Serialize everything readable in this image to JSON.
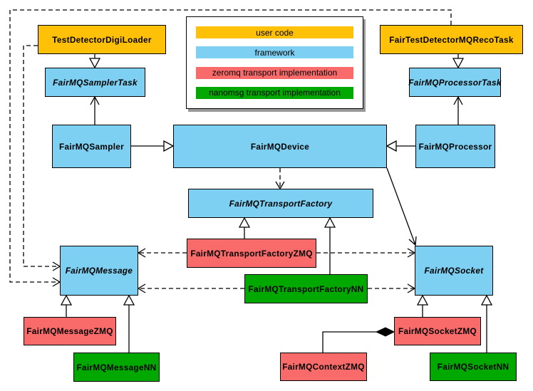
{
  "palette": {
    "user_code": "#FFC107",
    "framework": "#7DD0F2",
    "zeromq": "#F96B6B",
    "nanomsg": "#00A800"
  },
  "legend": {
    "items": [
      {
        "label": "user code",
        "color": "#FFC107"
      },
      {
        "label": "framework",
        "color": "#7DD0F2"
      },
      {
        "label": "zeromq transport implementation",
        "color": "#F96B6B"
      },
      {
        "label": "nanomsg transport implementation",
        "color": "#00A800"
      }
    ]
  },
  "nodes": {
    "test_detector_digi_loader": {
      "label": "TestDetectorDigiLoader",
      "category": "user code",
      "abstract": false
    },
    "fair_test_detector_mq_reco_task": {
      "label": "FairTestDetectorMQRecoTask",
      "category": "user code",
      "abstract": false
    },
    "fairmq_sampler_task": {
      "label": "FairMQSamplerTask",
      "category": "framework",
      "abstract": true
    },
    "fairmq_processor_task": {
      "label": "FairMQProcessorTask",
      "category": "framework",
      "abstract": true
    },
    "fairmq_sampler": {
      "label": "FairMQSampler",
      "category": "framework",
      "abstract": false
    },
    "fairmq_device": {
      "label": "FairMQDevice",
      "category": "framework",
      "abstract": false
    },
    "fairmq_processor": {
      "label": "FairMQProcessor",
      "category": "framework",
      "abstract": false
    },
    "fairmq_transport_factory": {
      "label": "FairMQTransportFactory",
      "category": "framework",
      "abstract": true
    },
    "fairmq_transport_factory_zmq": {
      "label": "FairMQTransportFactoryZMQ",
      "category": "zeromq",
      "abstract": false
    },
    "fairmq_transport_factory_nn": {
      "label": "FairMQTransportFactoryNN",
      "category": "nanomsg",
      "abstract": false
    },
    "fairmq_message": {
      "label": "FairMQMessage",
      "category": "framework",
      "abstract": true
    },
    "fairmq_socket": {
      "label": "FairMQSocket",
      "category": "framework",
      "abstract": true
    },
    "fairmq_message_zmq": {
      "label": "FairMQMessageZMQ",
      "category": "zeromq",
      "abstract": false
    },
    "fairmq_message_nn": {
      "label": "FairMQMessageNN",
      "category": "nanomsg",
      "abstract": false
    },
    "fairmq_socket_zmq": {
      "label": "FairMQSocketZMQ",
      "category": "zeromq",
      "abstract": false
    },
    "fairmq_context_zmq": {
      "label": "FairMQContextZMQ",
      "category": "zeromq",
      "abstract": false
    },
    "fairmq_socket_nn": {
      "label": "FairMQSocketNN",
      "category": "nanomsg",
      "abstract": false
    }
  },
  "relations": [
    {
      "from": "TestDetectorDigiLoader",
      "to": "FairMQSamplerTask",
      "type": "inheritance"
    },
    {
      "from": "FairTestDetectorMQRecoTask",
      "to": "FairMQProcessorTask",
      "type": "inheritance"
    },
    {
      "from": "FairMQSampler",
      "to": "FairMQDevice",
      "type": "inheritance"
    },
    {
      "from": "FairMQProcessor",
      "to": "FairMQDevice",
      "type": "inheritance"
    },
    {
      "from": "FairMQSampler",
      "to": "FairMQSamplerTask",
      "type": "association"
    },
    {
      "from": "FairMQProcessor",
      "to": "FairMQProcessorTask",
      "type": "association"
    },
    {
      "from": "FairMQDevice",
      "to": "FairMQTransportFactory",
      "type": "dependency"
    },
    {
      "from": "FairMQDevice",
      "to": "FairMQSocket",
      "type": "association"
    },
    {
      "from": "FairMQTransportFactoryZMQ",
      "to": "FairMQTransportFactory",
      "type": "inheritance"
    },
    {
      "from": "FairMQTransportFactoryNN",
      "to": "FairMQTransportFactory",
      "type": "inheritance"
    },
    {
      "from": "FairMQTransportFactoryZMQ",
      "to": "FairMQMessage",
      "type": "dependency"
    },
    {
      "from": "FairMQTransportFactoryZMQ",
      "to": "FairMQSocket",
      "type": "dependency"
    },
    {
      "from": "FairMQTransportFactoryNN",
      "to": "FairMQMessage",
      "type": "dependency"
    },
    {
      "from": "FairMQTransportFactoryNN",
      "to": "FairMQSocket",
      "type": "dependency"
    },
    {
      "from": "FairMQMessageZMQ",
      "to": "FairMQMessage",
      "type": "inheritance"
    },
    {
      "from": "FairMQMessageNN",
      "to": "FairMQMessage",
      "type": "inheritance"
    },
    {
      "from": "FairMQSocketZMQ",
      "to": "FairMQSocket",
      "type": "inheritance"
    },
    {
      "from": "FairMQSocketNN",
      "to": "FairMQSocket",
      "type": "inheritance"
    },
    {
      "from": "TestDetectorDigiLoader",
      "to": "FairMQMessage",
      "type": "dependency"
    },
    {
      "from": "FairTestDetectorMQRecoTask",
      "to": "FairMQMessage",
      "type": "dependency"
    },
    {
      "from": "FairMQSocketZMQ",
      "to": "FairMQContextZMQ",
      "type": "composition"
    }
  ]
}
